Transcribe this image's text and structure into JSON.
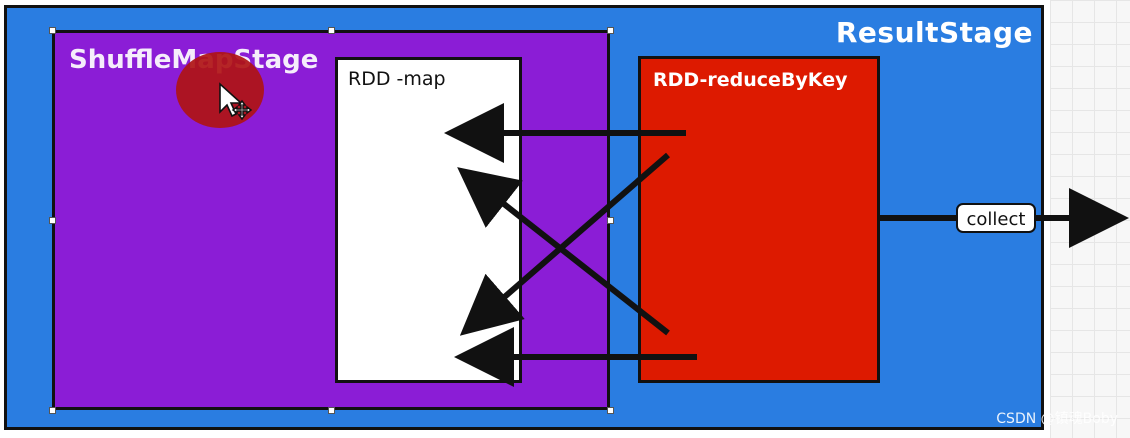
{
  "result_stage": {
    "title": "ResultStage"
  },
  "shuffle_map_stage": {
    "title": "ShuffleMapStage"
  },
  "rdd_map": {
    "label": "RDD -map"
  },
  "rdd_reduce": {
    "label": "RDD-reduceByKey"
  },
  "collect": {
    "label": "collect"
  },
  "watermark": "CSDN @镇魂Boby",
  "colors": {
    "result_stage": "#2a7de1",
    "shuffle_map_stage": "#8b1dd6",
    "rdd_map": "#ffffff",
    "rdd_reduce": "#dd1a00",
    "arrow": "#111111"
  },
  "icons": [
    "move-cursor-icon"
  ]
}
